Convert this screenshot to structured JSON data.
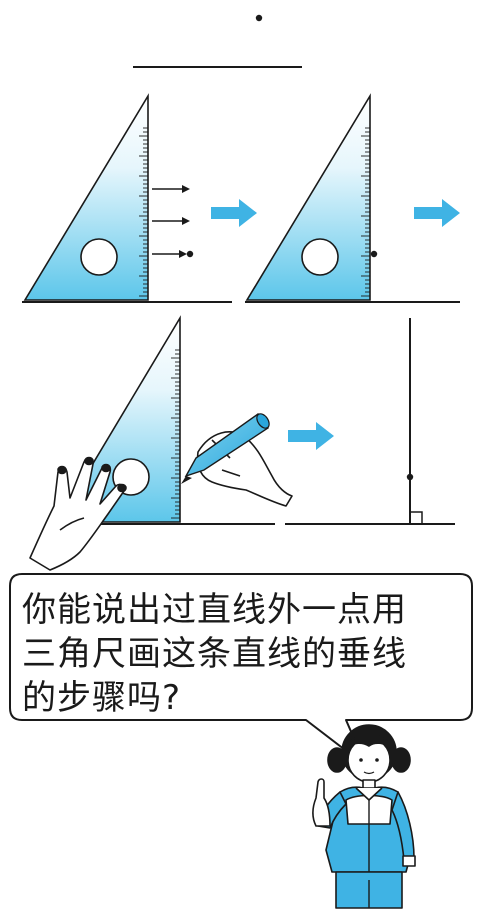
{
  "colors": {
    "ink": "#1a1a1a",
    "ruler_blue": "#5cc6ea",
    "arrow_blue": "#3fb3e4",
    "jacket_blue": "#3fb3e4",
    "white": "#ffffff"
  },
  "icons": {
    "step_arrow": "thick-right-arrow-icon",
    "pencil": "pencil-icon"
  },
  "speech_bubble": {
    "lines": [
      "你能说出过直线外一点用",
      "三角尺画这条直线的垂线",
      "的步骤吗?"
    ]
  }
}
